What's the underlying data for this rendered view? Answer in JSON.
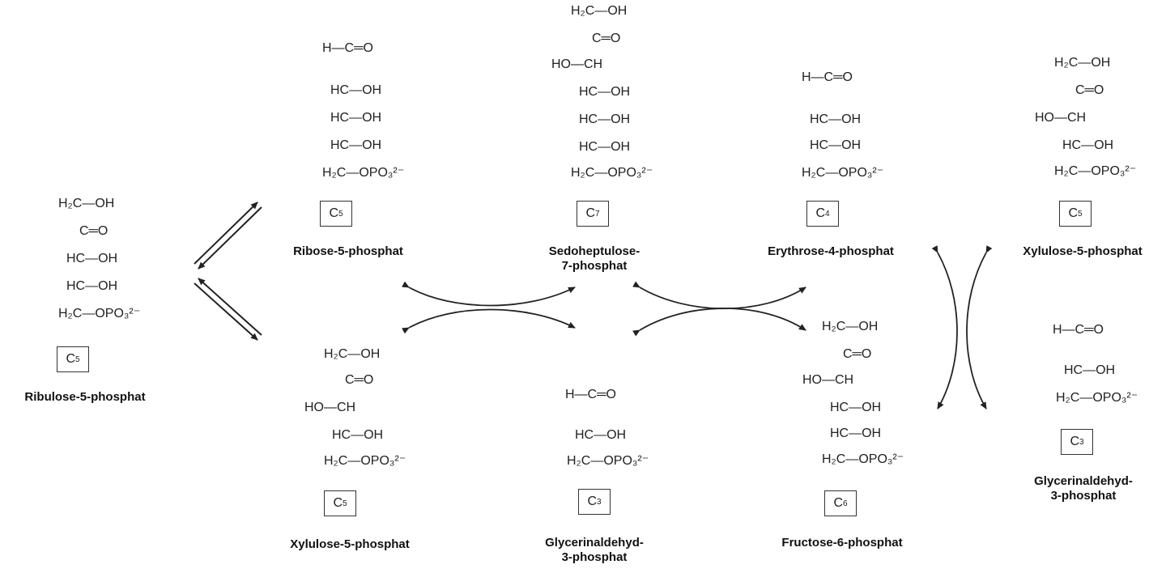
{
  "molecules": {
    "ribulose_5p": {
      "name": "Ribulose-5-phosphat",
      "carbons": "5"
    },
    "ribose_5p": {
      "name": "Ribose-5-phosphat",
      "carbons": "5"
    },
    "xylulose_5p_a": {
      "name": "Xylulose-5-phosphat",
      "carbons": "5"
    },
    "sedoheptulose_7p": {
      "name_line1": "Sedoheptulose-",
      "name_line2": "7-phosphat",
      "carbons": "7"
    },
    "gap_a": {
      "name_line1": "Glycerinaldehyd-",
      "name_line2": "3-phosphat",
      "carbons": "3"
    },
    "erythrose_4p": {
      "name": "Erythrose-4-phosphat",
      "carbons": "4"
    },
    "fructose_6p": {
      "name": "Fructose-6-phosphat",
      "carbons": "6"
    },
    "xylulose_5p_b": {
      "name": "Xylulose-5-phosphat",
      "carbons": "5"
    },
    "gap_b": {
      "name_line1": "Glycerinaldehyd-",
      "name_line2": "3-phosphat",
      "carbons": "3"
    }
  },
  "formula_text": {
    "h2c_oh": "H₂C—OH",
    "c_o": "C═O",
    "hc_oh": "HC—OH",
    "ho_ch": "HO—CH",
    "h2c_opo3": "H₂C—OPO₃²⁻",
    "aldehyde": "H—C═O",
    "c_letter": "C"
  }
}
